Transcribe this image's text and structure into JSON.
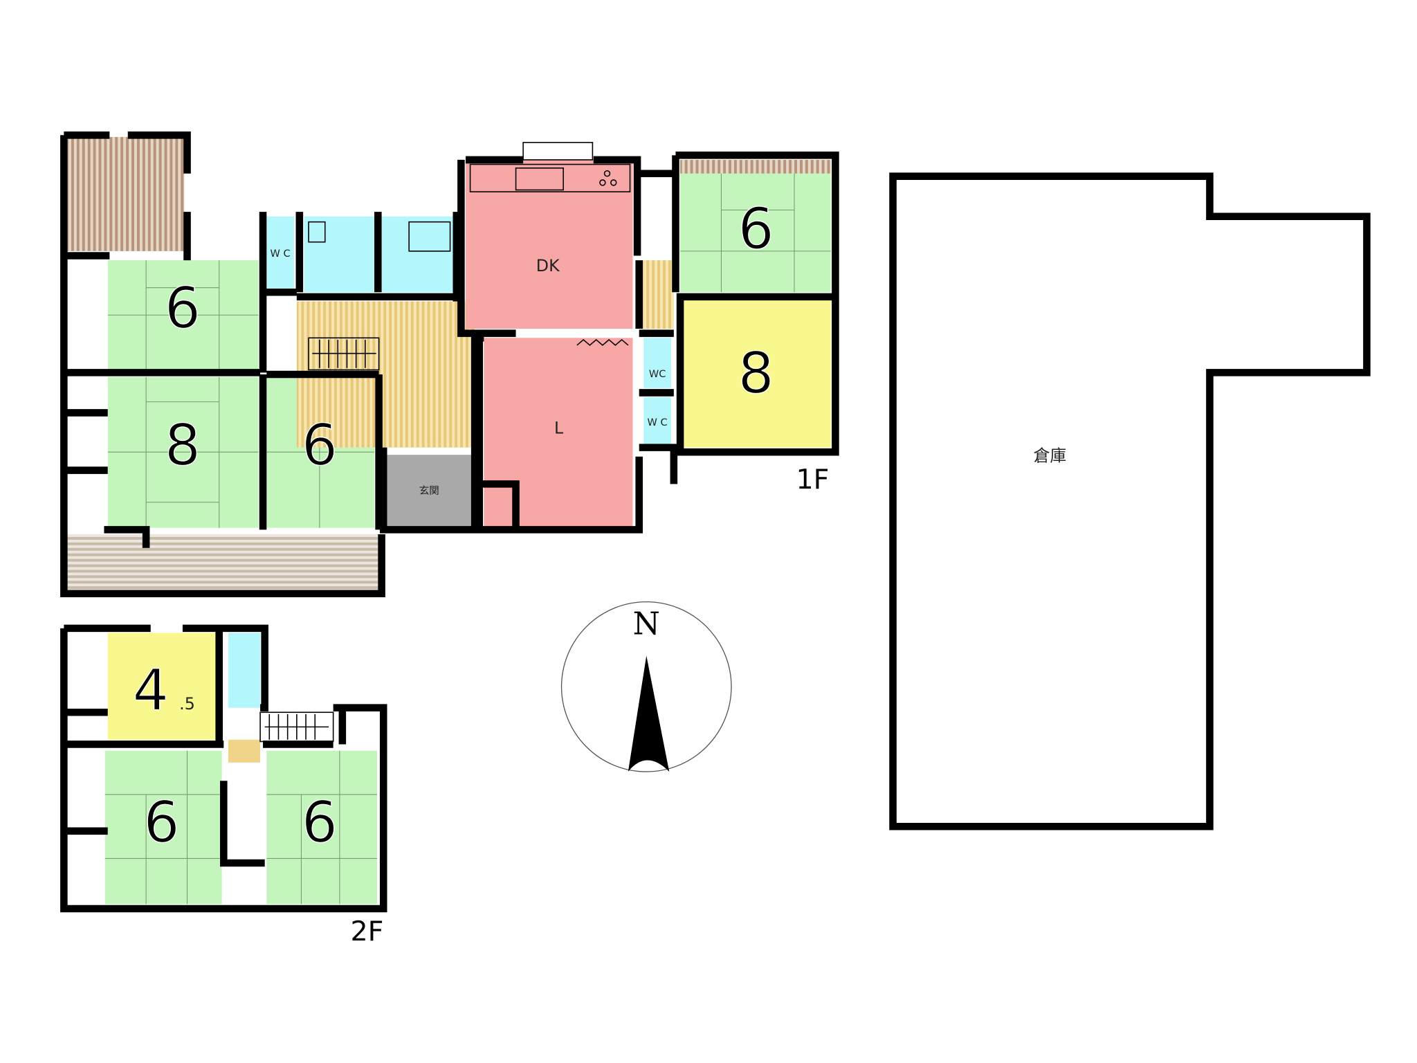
{
  "floor_1": {
    "label": "1F",
    "rooms": {
      "wash_west_6": "6",
      "tatami_8": "8",
      "tatami_6_mid": "6",
      "dk": "DK",
      "living": "L",
      "genkan": "玄関",
      "wc_1": "W C",
      "wc_2": "WC",
      "wc_3": "W C",
      "east_6": "6",
      "east_8": "8"
    }
  },
  "floor_2": {
    "label": "2F",
    "rooms": {
      "yellow_main": "4",
      "yellow_fraction": ".5",
      "west_6": "6",
      "east_6": "6"
    }
  },
  "compass": {
    "label": "N"
  },
  "warehouse": {
    "label": "倉庫"
  },
  "colors": {
    "tatami": "#c3f5bd",
    "western": "#f9f88e",
    "wet": "#b3f6fb",
    "ldk": "#f7a7a6",
    "hall": "#f0d48a",
    "genkan": "#a9a9a9",
    "veranda": "#c9ab92"
  }
}
